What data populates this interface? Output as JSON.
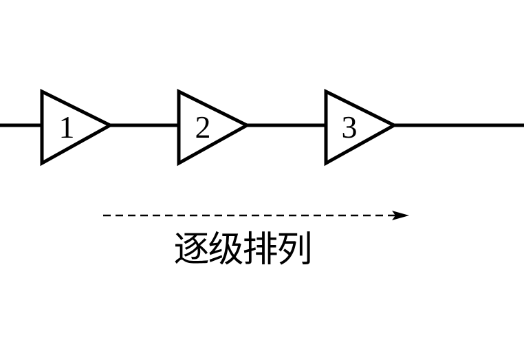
{
  "stages": [
    {
      "label": "1"
    },
    {
      "label": "2"
    },
    {
      "label": "3"
    }
  ],
  "caption": "逐级排列",
  "colors": {
    "stroke": "#000000",
    "background": "#ffffff"
  }
}
